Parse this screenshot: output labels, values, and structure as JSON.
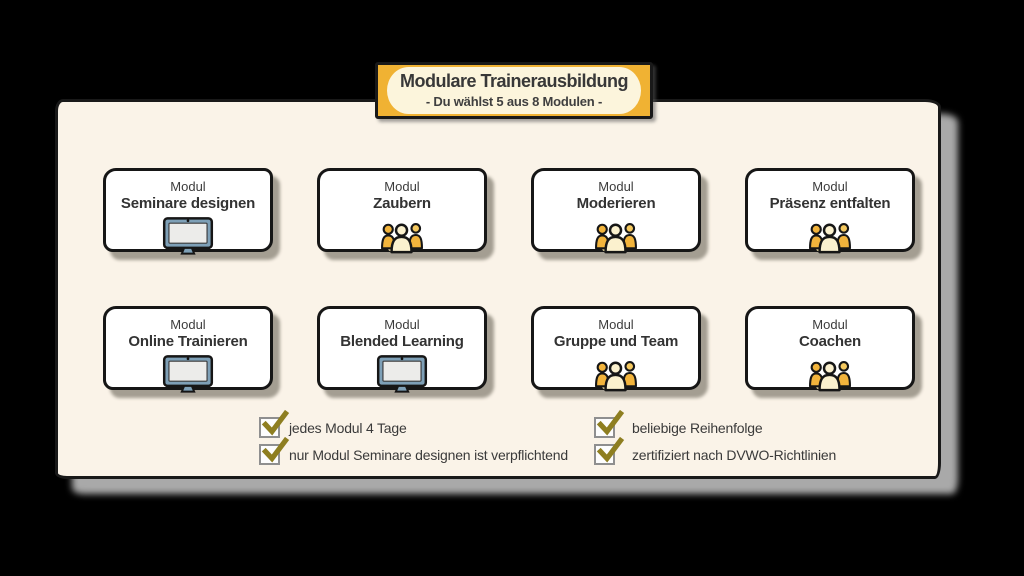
{
  "banner": {
    "title": "Modulare Trainerausbildung",
    "subtitle": "- Du wählst 5 aus 8 Modulen -"
  },
  "modules": [
    {
      "label": "Modul",
      "title": "Seminare designen",
      "icon": "monitor-icon"
    },
    {
      "label": "Modul",
      "title": "Zaubern",
      "icon": "people-icon"
    },
    {
      "label": "Modul",
      "title": "Moderieren",
      "icon": "people-icon"
    },
    {
      "label": "Modul",
      "title": "Präsenz entfalten",
      "icon": "people-icon"
    },
    {
      "label": "Modul",
      "title": "Online Trainieren",
      "icon": "monitor-icon"
    },
    {
      "label": "Modul",
      "title": "Blended Learning",
      "icon": "monitor-icon"
    },
    {
      "label": "Modul",
      "title": "Gruppe und Team",
      "icon": "people-icon"
    },
    {
      "label": "Modul",
      "title": "Coachen",
      "icon": "people-icon"
    }
  ],
  "checklist": {
    "left": [
      "jedes Modul 4 Tage",
      "nur Modul Seminare designen ist verpflichtend"
    ],
    "right": [
      "beliebige Reihenfolge",
      "zertifiziert nach DVWO-Richtlinien"
    ]
  },
  "colors": {
    "banner_yellow": "#F0B233",
    "banner_inner_cream": "#FCF5DC",
    "panel_cream": "#FAF3E8",
    "check_olive": "#8E7E20",
    "monitor_blue": "#7EA0B7",
    "people_yellow": "#F2B43C",
    "text": "#3A3A3A"
  }
}
